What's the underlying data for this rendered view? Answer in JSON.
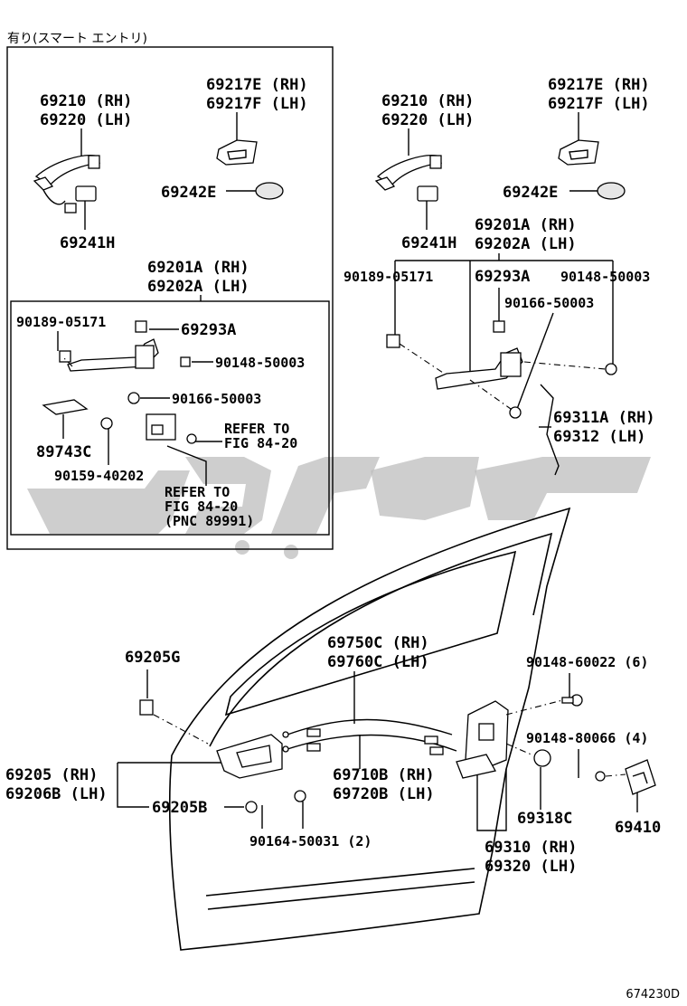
{
  "header": {
    "variant_note": "有り(スマート エントリ)"
  },
  "footer": {
    "figure_code": "674230D"
  },
  "inset": {
    "labels": {
      "handle_rh": "69210 (RH)",
      "handle_lh": "69220 (LH)",
      "cover_rh": "69217E (RH)",
      "cover_lh": "69217F (LH)",
      "pad": "69242E",
      "gasket": "69241H",
      "frame_rh": "69201A (RH)",
      "frame_lh": "69202A (LH)",
      "screw1": "90189-05171",
      "frame_part": "69293A",
      "screw2": "90148-50003",
      "screw3": "90166-50003",
      "refer1a": "REFER TO",
      "refer1b": "FIG 84-20",
      "bracket": "89743C",
      "screw4": "90159-40202",
      "refer2a": "REFER TO",
      "refer2b": "FIG 84-20",
      "refer2c": "(PNC 89991)"
    }
  },
  "main": {
    "labels": {
      "handle_rh": "69210 (RH)",
      "handle_lh": "69220 (LH)",
      "cover_rh": "69217E (RH)",
      "cover_lh": "69217F (LH)",
      "pad": "69242E",
      "gasket": "69241H",
      "frame_rh": "69201A (RH)",
      "frame_lh": "69202A (LH)",
      "screw1": "90189-05171",
      "frame_part": "69293A",
      "screw2": "90148-50003",
      "screw3": "90166-50003",
      "rod_rh": "69311A (RH)",
      "rod_lh": "69312 (LH)",
      "clip": "69205G",
      "cable_rh": "69750C (RH)",
      "cable_lh": "69760C (LH)",
      "bolt6": "90148-60022 (6)",
      "bolt4": "90148-80066 (4)",
      "inside_handle_rh": "69205 (RH)",
      "inside_handle_lh": "69206B (LH)",
      "bezel": "69205B",
      "screw2x": "90164-50031 (2)",
      "cable2_rh": "69710B (RH)",
      "cable2_lh": "69720B (LH)",
      "grommet": "69318C",
      "lock_rh": "69310 (RH)",
      "lock_lh": "69320 (LH)",
      "striker": "69410"
    }
  },
  "colors": {
    "watermark": "#bdbdbd",
    "line": "#000000"
  }
}
